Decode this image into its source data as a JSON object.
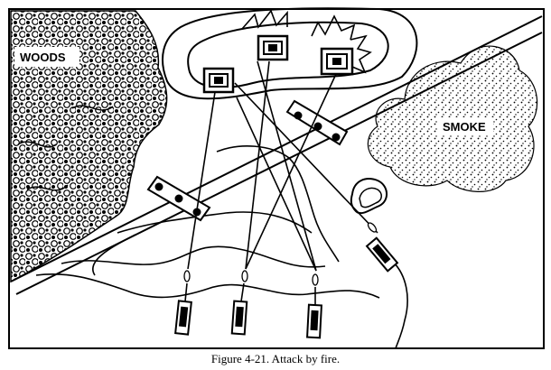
{
  "figure": {
    "caption": "Figure 4-21.  Attack by fire.",
    "labels": {
      "woods": "WOODS",
      "smoke": "SMOKE"
    },
    "colors": {
      "ink": "#000000",
      "paper": "#ffffff"
    },
    "icons": {
      "enemy_vehicle": "enemy-vehicle-icon",
      "friendly_vehicle": "friendly-vehicle-icon",
      "obstacle": "obstacle-icon",
      "explosion": "explosion-icon"
    }
  }
}
